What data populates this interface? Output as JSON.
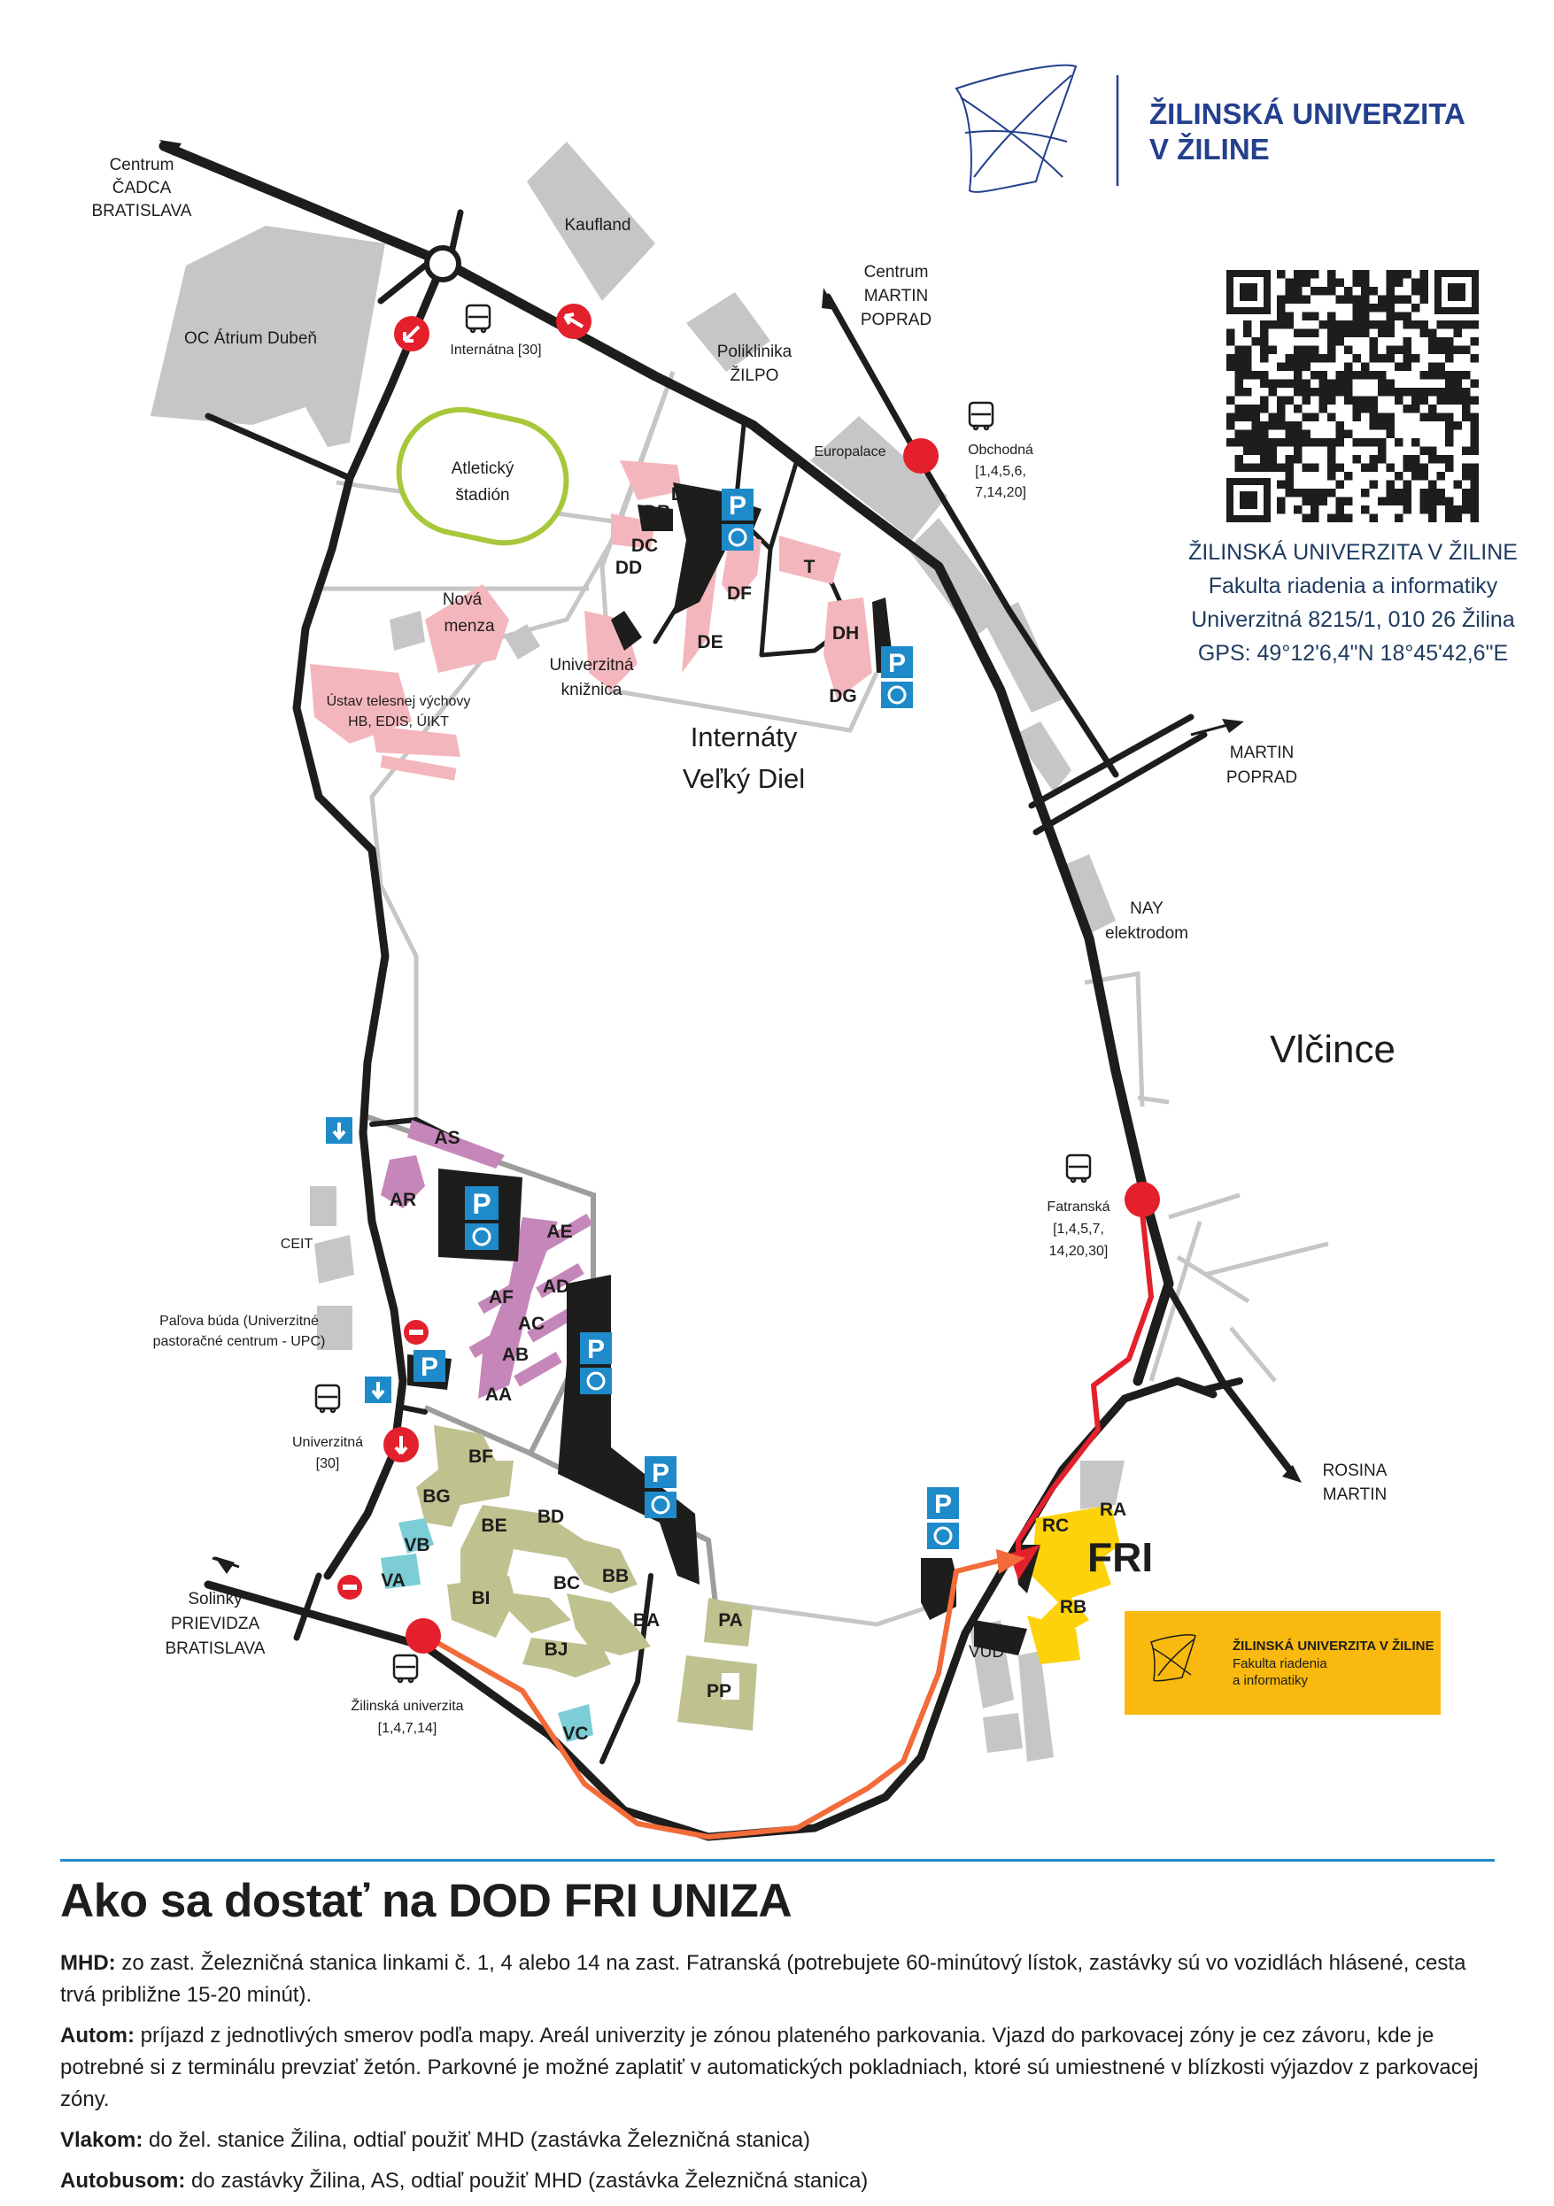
{
  "header": {
    "logo_line1": "ŽILINSKÁ UNIVERZITA",
    "logo_line2": "V ŽILINE"
  },
  "info_block": {
    "line1": "ŽILINSKÁ UNIVERZITA V ŽILINE",
    "line2": "Fakulta riadenia a informatiky",
    "line3": "Univerzitná 8215/1, 010 26 Žilina",
    "line4": "GPS: 49°12'6,4\"N 18°45'42,6\"E"
  },
  "directions": {
    "nw_1": "Centrum",
    "nw_2": "ČADCA",
    "nw_3": "BRATISLAVA",
    "n_1": "Centrum",
    "n_2": "MARTIN",
    "n_3": "POPRAD",
    "e_1": "MARTIN",
    "e_2": "POPRAD",
    "se_1": "ROSINA",
    "se_2": "MARTIN",
    "sw_1": "Solinky",
    "sw_2": "PRIEVIDZA",
    "sw_3": "BRATISLAVA"
  },
  "places": {
    "kaufland": "Kaufland",
    "atrium": "OC Átrium Dubeň",
    "poliklinika_1": "Poliklinika",
    "poliklinika_2": "ŽILPO",
    "europalace": "Europalace",
    "stadion_1": "Atletický",
    "stadion_2": "štadión",
    "menza_1": "Nová",
    "menza_2": "menza",
    "kniznica_1": "Univerzitná",
    "kniznica_2": "knižnica",
    "ustav_1": "Ústav telesnej výchovy",
    "ustav_2": "HB, EDIS, ÚIKT",
    "internaty_1": "Internáty",
    "internaty_2": "Veľký Diel",
    "nay_1": "NAY",
    "nay_2": "elektrodom",
    "vlcince": "Vlčince",
    "ceit": "CEIT",
    "palova_1": "Paľova búda (Univerzitné",
    "palova_2": "pastoračné centrum - UPC)",
    "vud": "VÚD",
    "fri": "FRI"
  },
  "stops": {
    "internatna": "Internátna [30]",
    "obchodna_1": "Obchodná",
    "obchodna_2": "[1,4,5,6,",
    "obchodna_3": "7,14,20]",
    "fatranska_1": "Fatranská",
    "fatranska_2": "[1,4,5,7,",
    "fatranska_3": "14,20,30]",
    "univerzitna_1": "Univerzitná",
    "univerzitna_2": "[30]",
    "zu_1": "Žilinská univerzita",
    "zu_2": "[1,4,7,14]"
  },
  "buildings": {
    "DA": "DA",
    "DB": "DB",
    "DC": "DC",
    "DD": "DD",
    "DE": "DE",
    "DF": "DF",
    "T": "T",
    "DH": "DH",
    "DG": "DG",
    "AS": "AS",
    "AR": "AR",
    "AE": "AE",
    "AD": "AD",
    "AF": "AF",
    "AC": "AC",
    "AB": "AB",
    "AA": "AA",
    "BF": "BF",
    "BG": "BG",
    "BE": "BE",
    "BD": "BD",
    "BB": "BB",
    "BC": "BC",
    "BI": "BI",
    "BA": "BA",
    "BJ": "BJ",
    "VB": "VB",
    "VA": "VA",
    "VC": "VC",
    "PA": "PA",
    "PP": "PP",
    "RA": "RA",
    "RC": "RC",
    "RB": "RB"
  },
  "parking_symbol": "P",
  "faculty_card": {
    "line1": "ŽILINSKÁ UNIVERZITA V ŽILINE",
    "line2": "Fakulta riadenia",
    "line3": "a informatiky",
    "bg_color": "#f9b90e"
  },
  "colors": {
    "road": "#1d1d1b",
    "grey_building": "#c6c6c6",
    "dorm": "#f4b6bd",
    "purple": "#c586b9",
    "olive": "#bfc28f",
    "teal": "#7ccdd6",
    "fri_yellow": "#fdd20a",
    "stop_red": "#e3202b",
    "parking_blue": "#1f8ac9",
    "route_red": "#e3202b",
    "route_orange": "#f26b3a",
    "logo_blue": "#23408e"
  },
  "footer": {
    "title": "Ako sa dostať na DOD FRI UNIZA",
    "p1_label": "MHD:",
    "p1_text": " zo zast. Železničná stanica linkami č. 1, 4 alebo 14 na zast. Fatranská (potrebujete 60-minútový lístok, zastávky sú vo vozidlách hlásené, cesta trvá približne 15-20 minút).",
    "p2_label": "Autom:",
    "p2_text": " príjazd z jednotlivých smerov podľa mapy. Areál univerzity je zónou plateného parkovania. Vjazd do parkovacej zóny je cez závoru, kde je potrebné si z terminálu prevziať žetón. Parkovné je možné zaplatiť v automatických pokladniach, ktoré sú umiestnené v blízkosti výjazdov z parkovacej zóny.",
    "p3_label": "Vlakom:",
    "p3_text": " do žel. stanice Žilina, odtiaľ použiť MHD (zastávka Železničná stanica)",
    "p4_label": "Autobusom:",
    "p4_text": " do zastávky  Žilina, AS, odtiaľ použiť MHD (zastávka Železničná stanica)"
  }
}
